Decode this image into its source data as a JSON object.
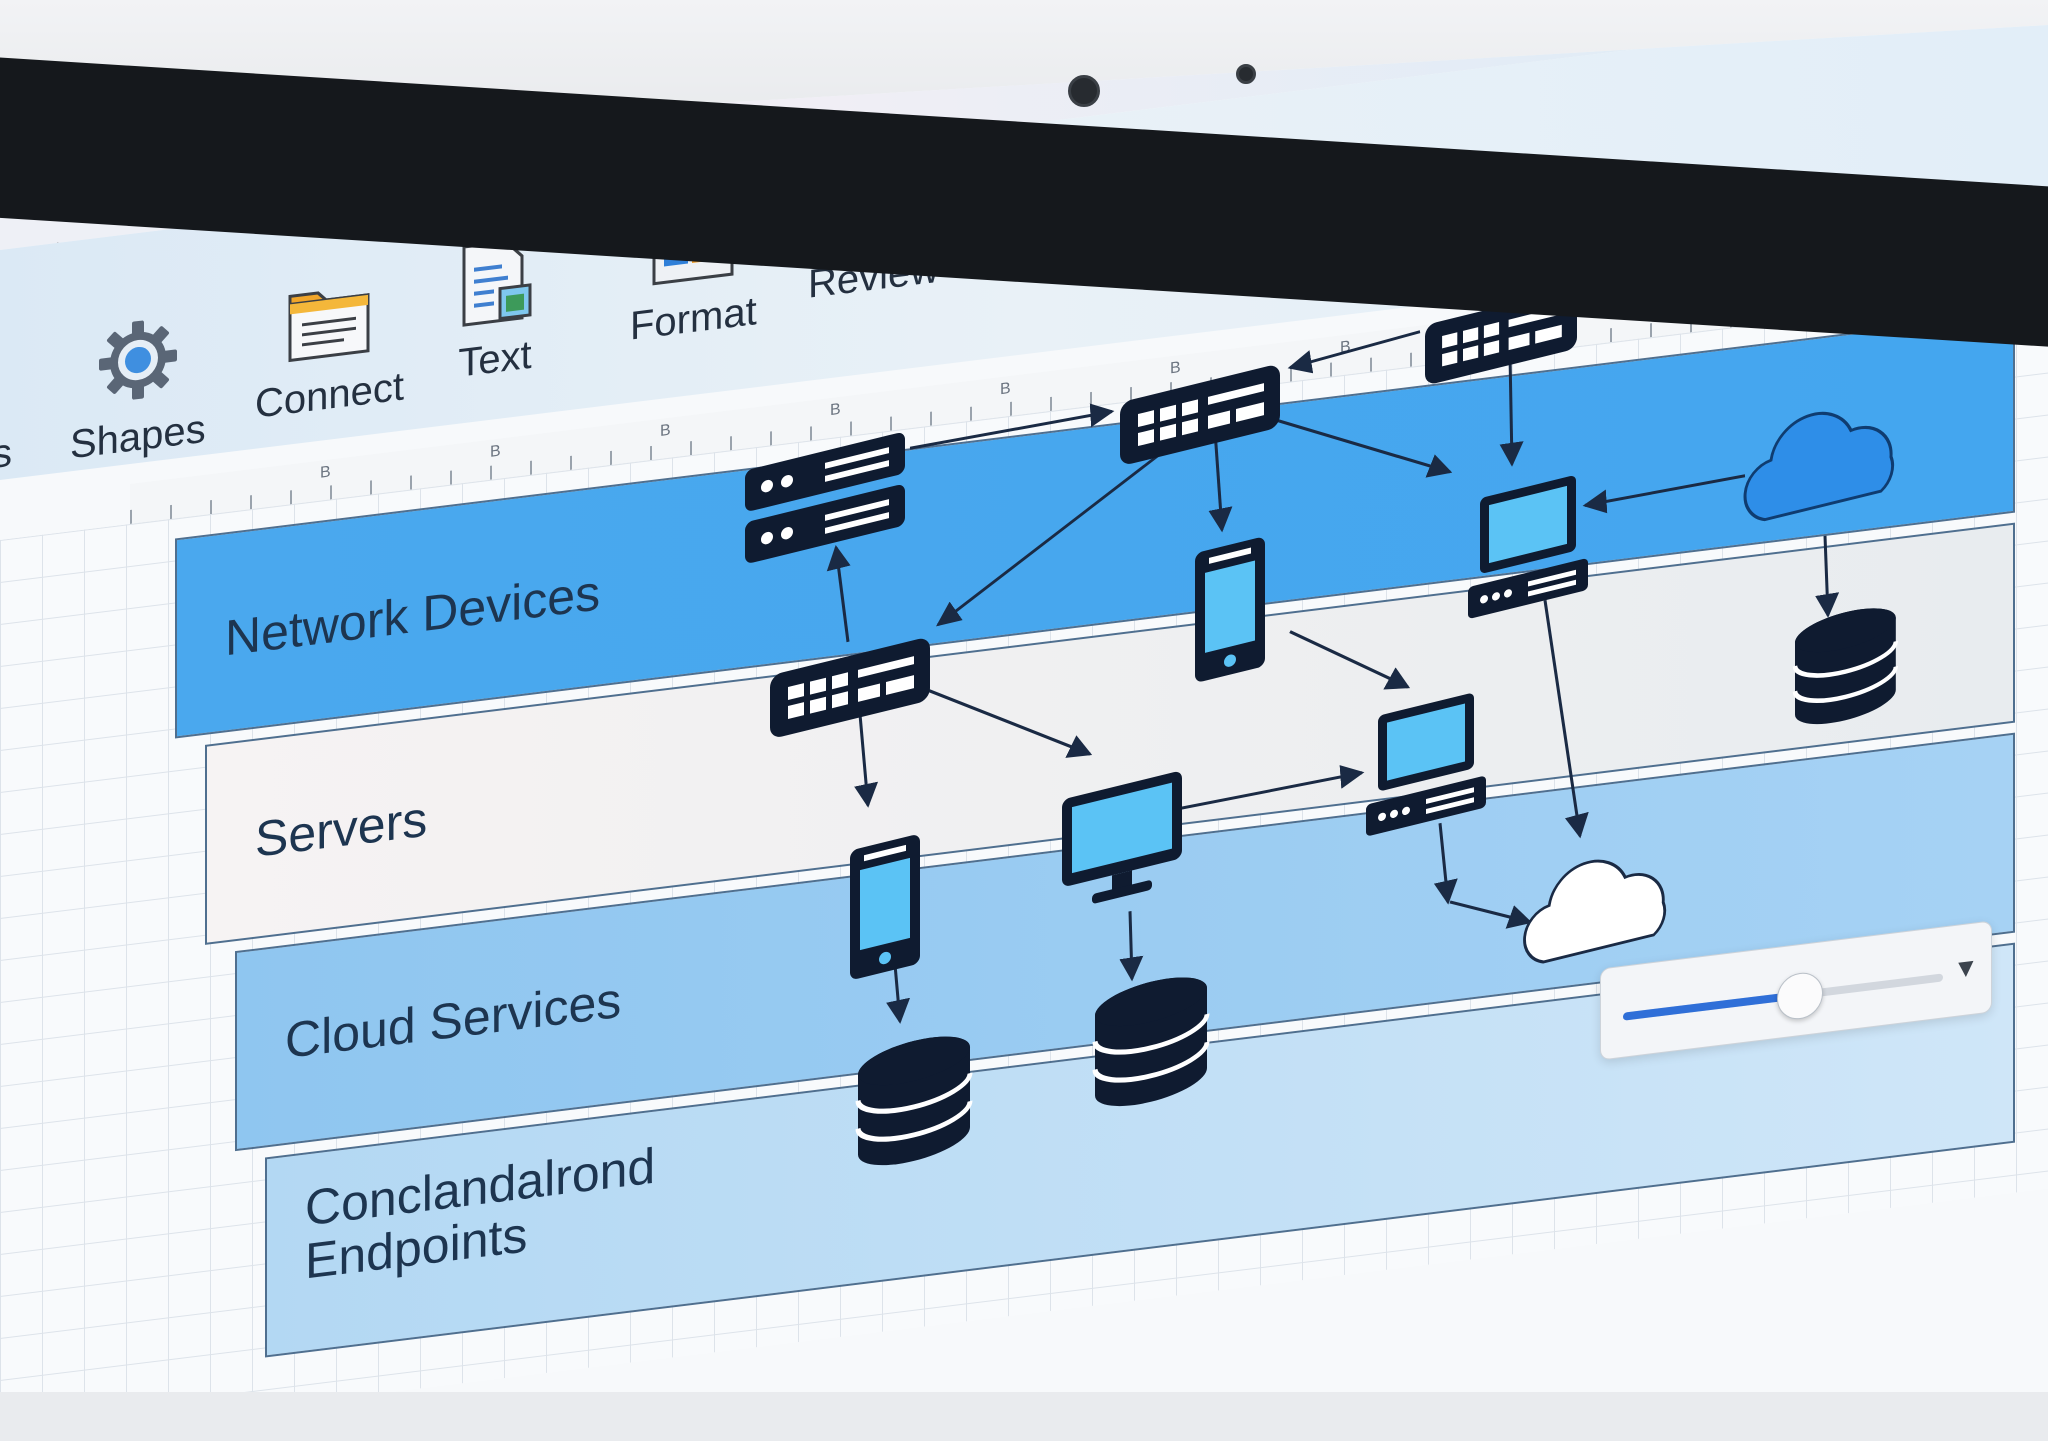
{
  "window": {
    "title": "Visio 2024"
  },
  "ribbon": {
    "items": [
      {
        "label": "s",
        "icon": "truncated-item"
      },
      {
        "label": "Shapes",
        "icon": "gear-icon"
      },
      {
        "label": "Connect",
        "icon": "folder-icon"
      },
      {
        "label": "Text",
        "icon": "document-icon"
      },
      {
        "label": "Format",
        "icon": "format-panels-icon"
      },
      {
        "label": "Review",
        "icon": "review-blocks-icon"
      }
    ]
  },
  "ruler": {
    "tick_label": "B"
  },
  "lanes": [
    {
      "label": "Network Devices",
      "color": "#4aa8ee"
    },
    {
      "label": "Servers",
      "color": "#eeeeee"
    },
    {
      "label": "Cloud Services",
      "color": "#8fc6f0"
    },
    {
      "label": "Conclandalrond Endpoints",
      "color": "#b9dcf5"
    }
  ],
  "zoom": {
    "level": 0.55
  },
  "colors": {
    "accent": "#2f6fd8",
    "device": "#0f1b30",
    "screen": "#5bc3f5",
    "cloud": "#2e8ee8"
  }
}
